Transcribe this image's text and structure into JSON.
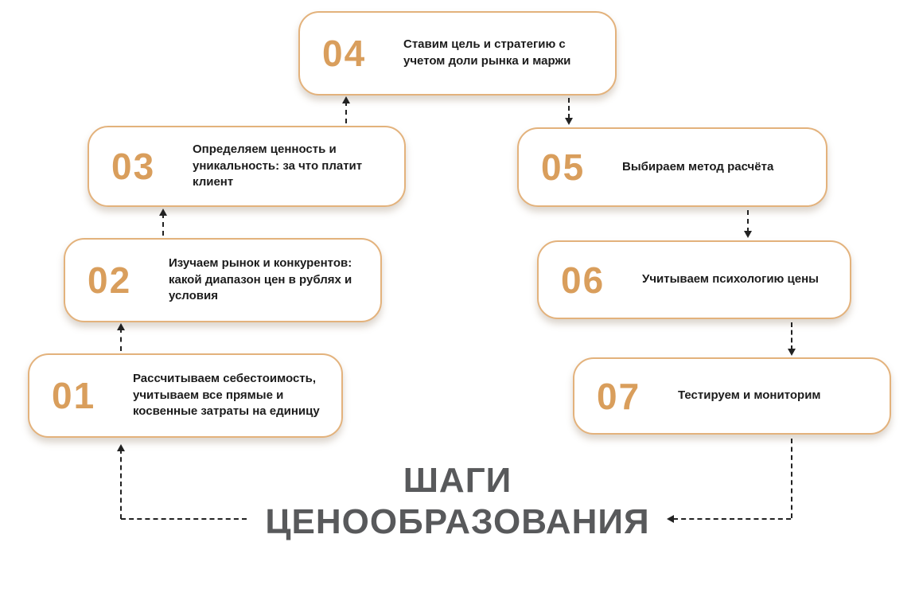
{
  "title": {
    "line1": "ШАГИ",
    "line2": "ЦЕНООБРАЗОВАНИЯ"
  },
  "steps": [
    {
      "number": "01",
      "text": "Рассчитываем себестоимость, учитываем все прямые и косвенные затраты на единицу"
    },
    {
      "number": "02",
      "text": "Изучаем рынок и конкурентов: какой диапазон цен в рублях и условия"
    },
    {
      "number": "03",
      "text": "Определяем ценность и уникальность: за что платит клиент"
    },
    {
      "number": "04",
      "text": "Ставим цель и стратегию с учетом доли рынка и маржи"
    },
    {
      "number": "05",
      "text": "Выбираем метод расчёта"
    },
    {
      "number": "06",
      "text": "Учитываем психологию цены"
    },
    {
      "number": "07",
      "text": "Тестируем и мониторим"
    }
  ],
  "colors": {
    "accent_number": "#D99E5C",
    "card_border": "#E3B27C",
    "step_text": "#1C1C1C",
    "title_text": "#58595B",
    "arrow": "#222222",
    "background": "#FFFFFF"
  }
}
